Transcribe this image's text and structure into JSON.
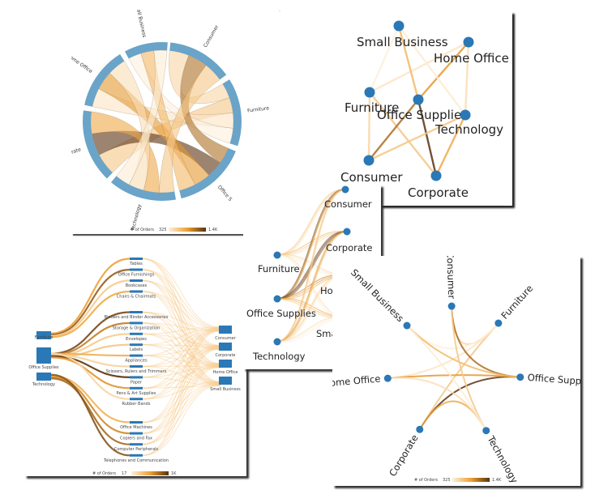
{
  "colors": {
    "node": "#2a78b5",
    "ring": "#6aa4c8",
    "scale_low": "#fdf0dc",
    "scale_mid": "#eea033",
    "scale_high": "#5a3210"
  },
  "categories": [
    "Furniture",
    "Office Supplies",
    "Technology"
  ],
  "segments": [
    "Consumer",
    "Corporate",
    "Home Office",
    "Small Business"
  ],
  "links": [
    {
      "source": "Furniture",
      "target": "Consumer",
      "orders": 500
    },
    {
      "source": "Furniture",
      "target": "Corporate",
      "orders": 600
    },
    {
      "source": "Furniture",
      "target": "Home Office",
      "orders": 400
    },
    {
      "source": "Furniture",
      "target": "Small Business",
      "orders": 325
    },
    {
      "source": "Office Supplies",
      "target": "Consumer",
      "orders": 1100
    },
    {
      "source": "Office Supplies",
      "target": "Corporate",
      "orders": 1400
    },
    {
      "source": "Office Supplies",
      "target": "Home Office",
      "orders": 900
    },
    {
      "source": "Office Supplies",
      "target": "Small Business",
      "orders": 700
    },
    {
      "source": "Technology",
      "target": "Consumer",
      "orders": 600
    },
    {
      "source": "Technology",
      "target": "Corporate",
      "orders": 800
    },
    {
      "source": "Technology",
      "target": "Home Office",
      "orders": 450
    },
    {
      "source": "Technology",
      "target": "Small Business",
      "orders": 350
    }
  ],
  "chord": {
    "labels": {
      "Consumer": "Consumer",
      "Furniture": "Furniture",
      "Office Supplies": "Office S",
      "Technology": "Technology",
      "Corporate": "Corporate",
      "Home Office": "Home Office",
      "Small Business": "Small Business"
    },
    "legend": {
      "title": "# of Orders",
      "min": "325",
      "max": "1.4K"
    }
  },
  "force": {
    "labels": [
      "Small Business",
      "Home Office",
      "Furniture",
      "Office Supplies",
      "Technology",
      "Consumer",
      "Corporate"
    ]
  },
  "bipartite": {
    "labels": [
      "Consumer",
      "Corporate",
      "Furniture",
      "Office Supplies",
      "Technology",
      "Home Office",
      "Small Business"
    ]
  },
  "sankey": {
    "subcategories": [
      {
        "name": "Tables",
        "category": "Furniture",
        "orders": 500
      },
      {
        "name": "Office Furnishings",
        "category": "Furniture",
        "orders": 800
      },
      {
        "name": "Bookcases",
        "category": "Furniture",
        "orders": 250
      },
      {
        "name": "Chairs & Chairmats",
        "category": "Furniture",
        "orders": 450
      },
      {
        "name": "Binders and Binder Accessories",
        "category": "Office Supplies",
        "orders": 900
      },
      {
        "name": "Storage & Organization",
        "category": "Office Supplies",
        "orders": 650
      },
      {
        "name": "Envelopes",
        "category": "Office Supplies",
        "orders": 250
      },
      {
        "name": "Labels",
        "category": "Office Supplies",
        "orders": 280
      },
      {
        "name": "Appliances",
        "category": "Office Supplies",
        "orders": 420
      },
      {
        "name": "Scissors, Rulers and Trimmers",
        "category": "Office Supplies",
        "orders": 200
      },
      {
        "name": "Paper",
        "category": "Office Supplies",
        "orders": 1000
      },
      {
        "name": "Pens & Art Supplies",
        "category": "Office Supplies",
        "orders": 550
      },
      {
        "name": "Rubber Bands",
        "category": "Office Supplies",
        "orders": 180
      },
      {
        "name": "Office Machines",
        "category": "Technology",
        "orders": 400
      },
      {
        "name": "Copiers and Fax",
        "category": "Technology",
        "orders": 600
      },
      {
        "name": "Computer Peripherals",
        "category": "Technology",
        "orders": 750
      },
      {
        "name": "Telephones and Communication",
        "category": "Technology",
        "orders": 850
      }
    ],
    "legend": {
      "title": "# of Orders",
      "min": "17",
      "max": "1K"
    }
  },
  "radial": {
    "legend": {
      "title": "# of Orders",
      "min": "325",
      "max": "1.4K"
    }
  }
}
